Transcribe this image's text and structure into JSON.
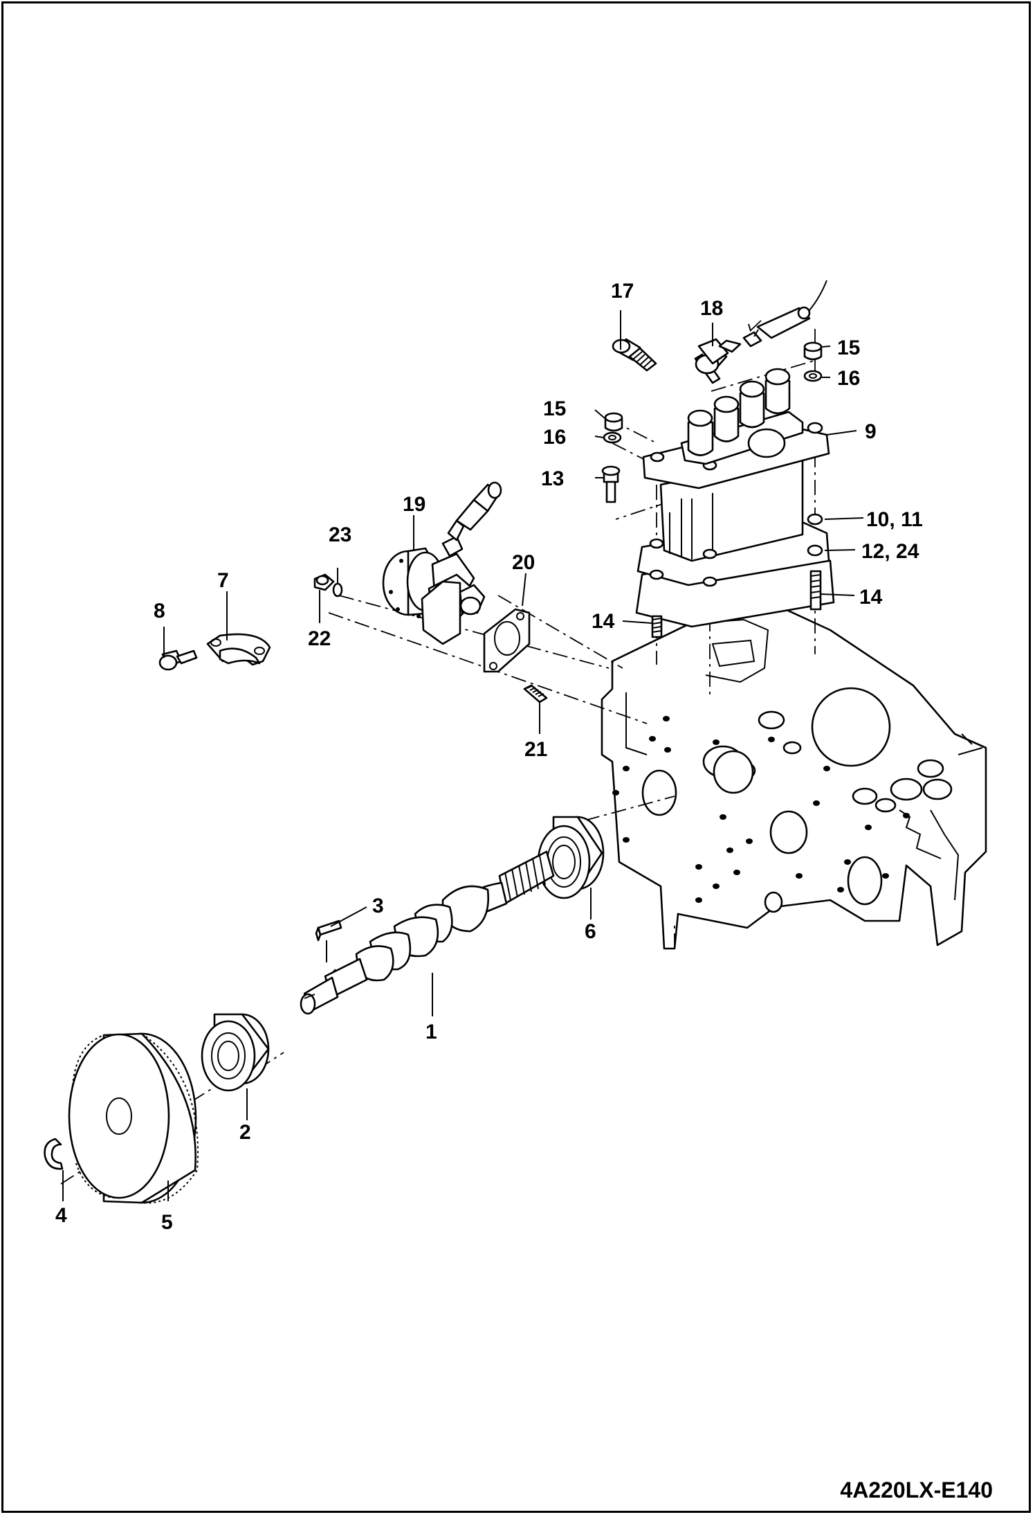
{
  "drawing": {
    "reference_code": "4A220LX-E140"
  },
  "callouts": [
    {
      "id": "c1",
      "label": "1"
    },
    {
      "id": "c2",
      "label": "2"
    },
    {
      "id": "c3",
      "label": "3"
    },
    {
      "id": "c4",
      "label": "4"
    },
    {
      "id": "c5",
      "label": "5"
    },
    {
      "id": "c6",
      "label": "6"
    },
    {
      "id": "c7",
      "label": "7"
    },
    {
      "id": "c8",
      "label": "8"
    },
    {
      "id": "c9",
      "label": "9"
    },
    {
      "id": "c10",
      "label": "10, 11"
    },
    {
      "id": "c12",
      "label": "12, 24"
    },
    {
      "id": "c13",
      "label": "13"
    },
    {
      "id": "c14a",
      "label": "14"
    },
    {
      "id": "c14b",
      "label": "14"
    },
    {
      "id": "c15a",
      "label": "15"
    },
    {
      "id": "c15b",
      "label": "15"
    },
    {
      "id": "c16a",
      "label": "16"
    },
    {
      "id": "c16b",
      "label": "16"
    },
    {
      "id": "c17",
      "label": "17"
    },
    {
      "id": "c18",
      "label": "18"
    },
    {
      "id": "c19",
      "label": "19"
    },
    {
      "id": "c20",
      "label": "20"
    },
    {
      "id": "c21",
      "label": "21"
    },
    {
      "id": "c22",
      "label": "22"
    },
    {
      "id": "c23",
      "label": "23"
    }
  ]
}
